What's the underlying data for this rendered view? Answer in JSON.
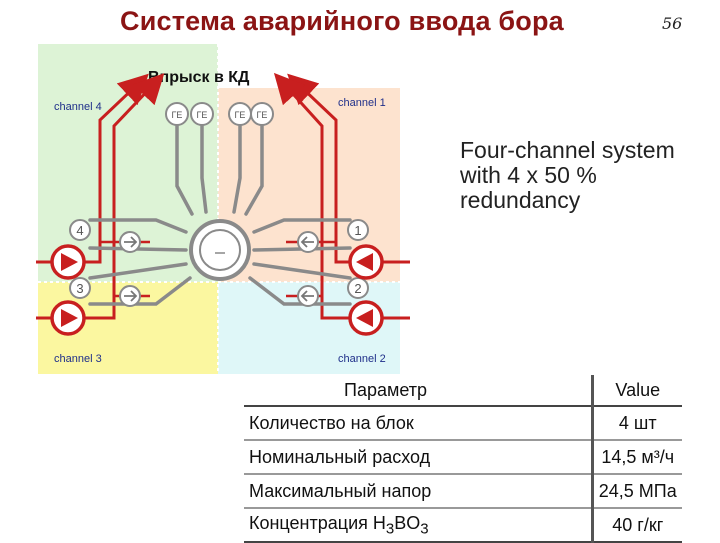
{
  "title": "Система аварийного ввода бора",
  "slide_number": "56",
  "diagram": {
    "injection_label": "Впрыск в КД",
    "channels": {
      "ch1": "channel 1",
      "ch2": "channel 2",
      "ch3": "channel 3",
      "ch4": "channel 4"
    },
    "numbers": [
      "1",
      "2",
      "3",
      "4"
    ],
    "tank_label": "ГЕ",
    "colors": {
      "channel1_bg": "#fde3cf",
      "channel2_bg": "#dff7f8",
      "channel3_bg": "#fbf7a0",
      "channel4_bg": "#ddf3d6",
      "pipe_red": "#c81f1f",
      "pipe_gray": "#8a8a8a"
    }
  },
  "description": {
    "line1": "Four-channel system",
    "line2": "with 4 x 50 %",
    "line3": "redundancy"
  },
  "table": {
    "headers": [
      "Параметр",
      "Value"
    ],
    "rows": [
      {
        "param": "Количество на блок",
        "value": "4 шт"
      },
      {
        "param": "Номинальный расход",
        "value": "14,5 м³/ч"
      },
      {
        "param": "Максимальный напор",
        "value": "24,5 МПа"
      },
      {
        "param_prefix": "Концентрация ",
        "param_h": "H",
        "param_sub1": "3",
        "param_mid": "BO",
        "param_sub2": "3",
        "value": "40 г/кг"
      }
    ]
  }
}
